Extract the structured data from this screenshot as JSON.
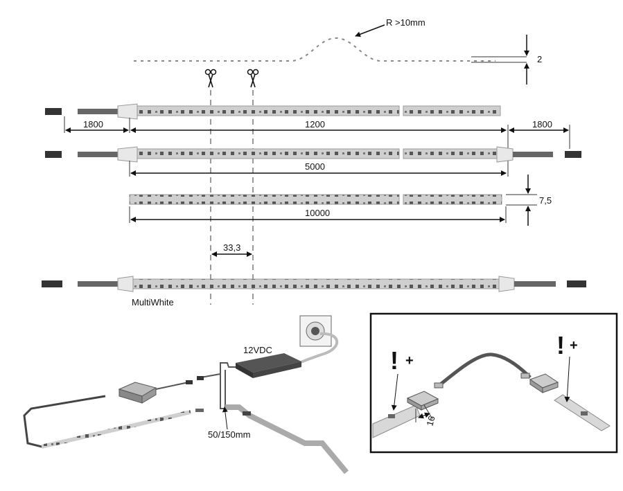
{
  "labels": {
    "bend_radius": "R >10mm",
    "thickness": "2",
    "lead_length_left": "1800",
    "strip_length_a": "1200",
    "lead_length_right": "1800",
    "strip_length_b": "5000",
    "strip_height": "7,5",
    "strip_length_c": "10000",
    "cut_interval": "33,3",
    "product_name": "MultiWhite",
    "power_supply": "12VDC",
    "cable_gap": "50/150mm",
    "clip_width": "16"
  },
  "symbols": {
    "warning_mark": "!",
    "plus_mark": "+"
  }
}
